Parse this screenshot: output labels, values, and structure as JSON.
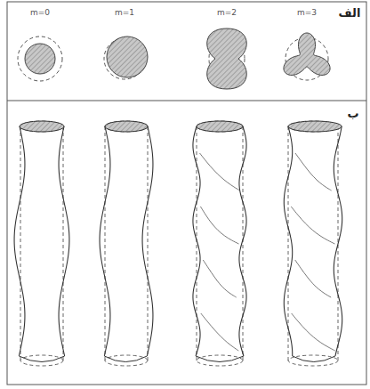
{
  "diagram": {
    "labels": [
      "الف",
      "m=0",
      "m=1",
      "m=2",
      "m=3",
      "ب"
    ]
  }
}
